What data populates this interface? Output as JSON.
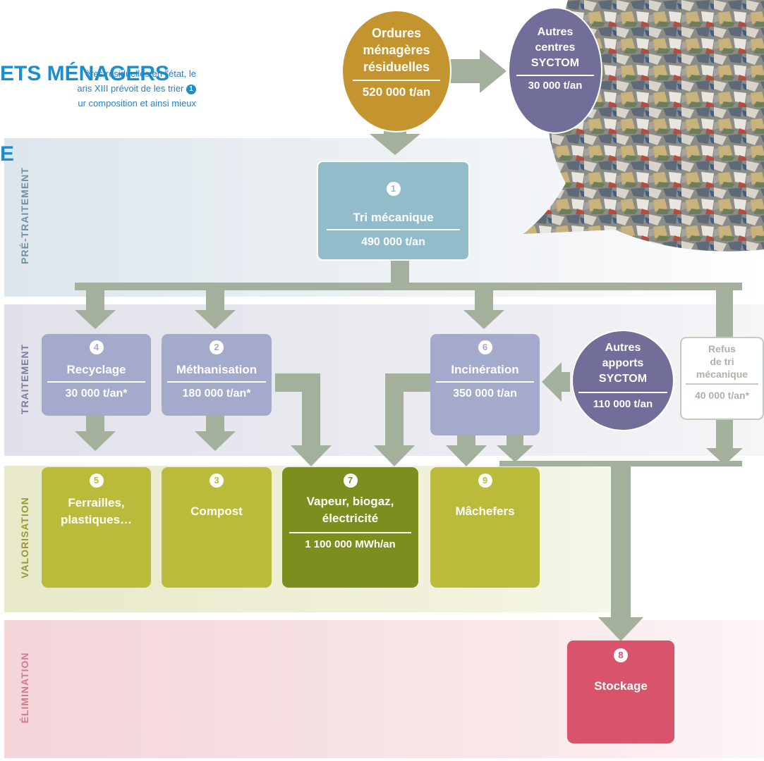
{
  "header": {
    "headline_line1": "ETS MÉNAGERS",
    "headline_line2": "E",
    "intro_line1": "ères résiduelles en l'état, le",
    "intro_line2": "aris XIII prévoit de les trier",
    "intro_marker": "1",
    "intro_line3": "ur composition et ainsi mieux"
  },
  "bands": {
    "pretraitement": "PRÉ-TRAITEMENT",
    "traitement": "TRAITEMENT",
    "valorisation": "VALORISATION",
    "elimination": "ÉLIMINATION"
  },
  "sources": {
    "ordures": {
      "line1": "Ordures",
      "line2": "ménagères",
      "line3": "résiduelles",
      "value": "520 000 t/an"
    },
    "autres_centres": {
      "line1": "Autres",
      "line2": "centres",
      "line3": "SYCTOM",
      "value": "30 000 t/an"
    },
    "autres_apports": {
      "line1": "Autres",
      "line2": "apports",
      "line3": "SYCTOM",
      "value": "110 000 t/an"
    }
  },
  "steps": {
    "tri": {
      "num": "1",
      "title": "Tri mécanique",
      "value": "490 000 t/an"
    },
    "recyclage": {
      "num": "4",
      "title": "Recyclage",
      "value": "30 000 t/an*"
    },
    "methanisation": {
      "num": "2",
      "title": "Méthanisation",
      "value": "180 000 t/an*"
    },
    "incineration": {
      "num": "6",
      "title": "Incinération",
      "value": "350 000 t/an"
    },
    "refus": {
      "line1": "Refus",
      "line2": "de tri",
      "line3": "mécanique",
      "value": "40 000 t/an*"
    },
    "ferrailles": {
      "num": "5",
      "line1": "Ferrailles,",
      "line2": "plastiques…"
    },
    "compost": {
      "num": "3",
      "title": "Compost"
    },
    "vapeur": {
      "num": "7",
      "line1": "Vapeur, biogaz,",
      "line2": "électricité",
      "value": "1 100 000 MWh/an"
    },
    "machefers": {
      "num": "9",
      "title": "Mâchefers"
    },
    "stockage": {
      "num": "8",
      "title": "Stockage"
    }
  },
  "colors": {
    "arrow": "#a3b09c",
    "ordures": "#c4952f",
    "syctom": "#716f99",
    "tri": "#93bccb",
    "traitement_box": "#a4aacb",
    "valo_box": "#bbbb3b",
    "vapeur_box": "#7d8e1f",
    "stockage_box": "#d9546a"
  }
}
